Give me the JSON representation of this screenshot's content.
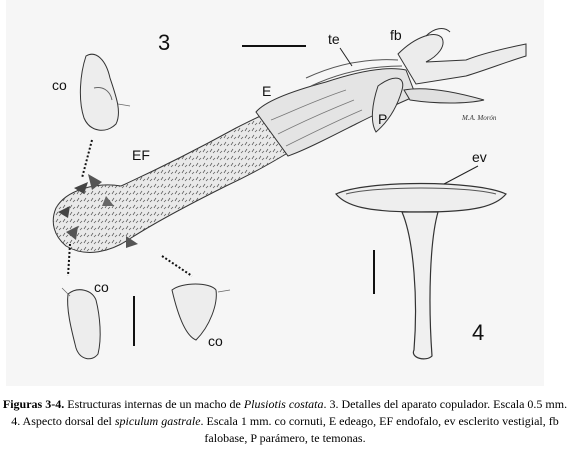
{
  "figure": {
    "panel_numbers": {
      "fig3": "3",
      "fig4": "4"
    },
    "labels": {
      "te": "te",
      "fb": "fb",
      "E": "E",
      "P": "P",
      "EF": "EF",
      "ev": "ev",
      "co_top_left": "co",
      "co_bottom_left": "co",
      "co_bottom_mid": "co"
    },
    "signature": "M.A. Morón"
  },
  "caption": {
    "title": "Figuras 3-4.",
    "part1": " Estructuras internas de un macho de ",
    "species": "Plusiotis costata",
    "part2": ".  3. Detalles del aparato copulador. Escala 0.5 mm. 4. Aspecto dorsal del ",
    "spiculum": "spiculum gastrale",
    "part3": ". Escala 1 mm. co cornuti, E edeago, EF endofalo, ev esclerito vestigial, fb falobase, P parámero, te temonas."
  }
}
